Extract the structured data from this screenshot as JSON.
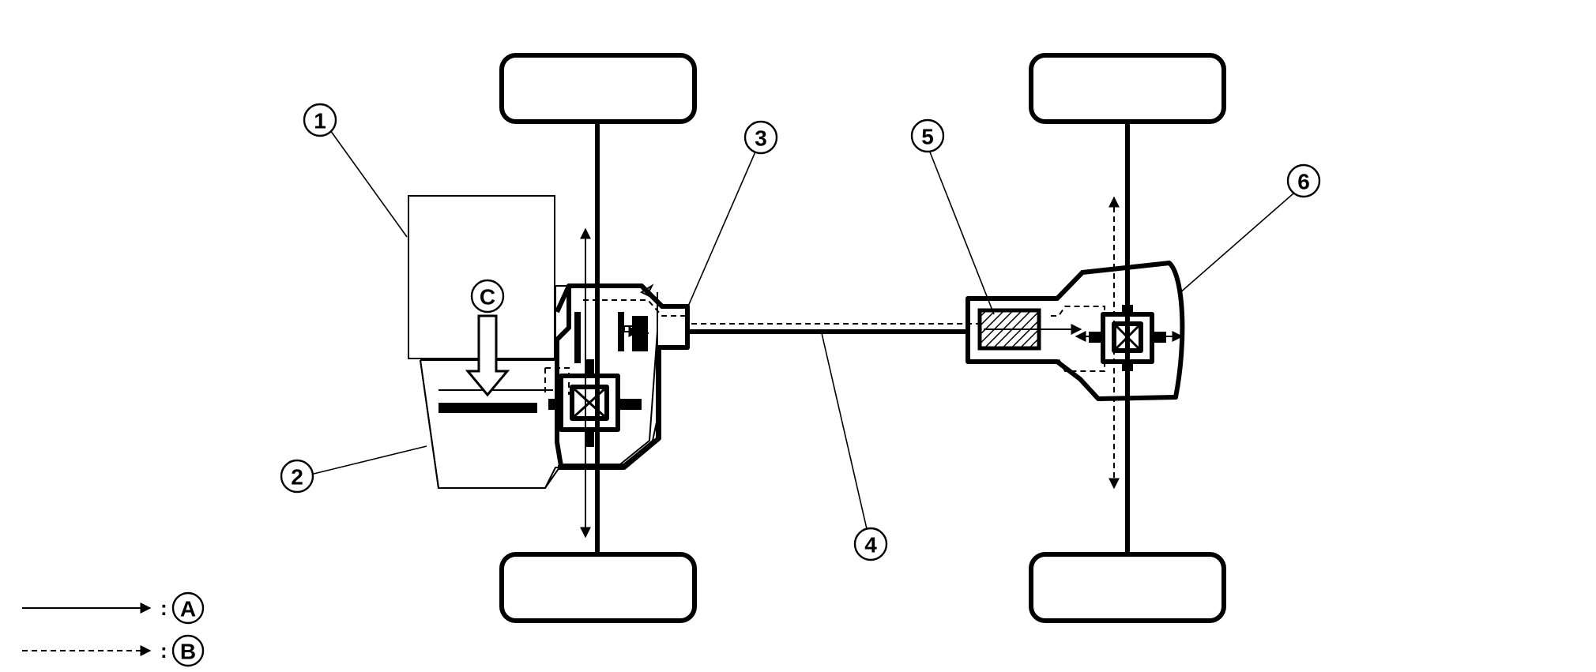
{
  "callouts": {
    "c1": "1",
    "c2": "2",
    "c3": "3",
    "c4": "4",
    "c5": "5",
    "c6": "6",
    "cC": "C"
  },
  "legend": {
    "solid": {
      "letter": "A",
      "separator": ":"
    },
    "dashed": {
      "letter": "B",
      "separator": ":"
    }
  }
}
